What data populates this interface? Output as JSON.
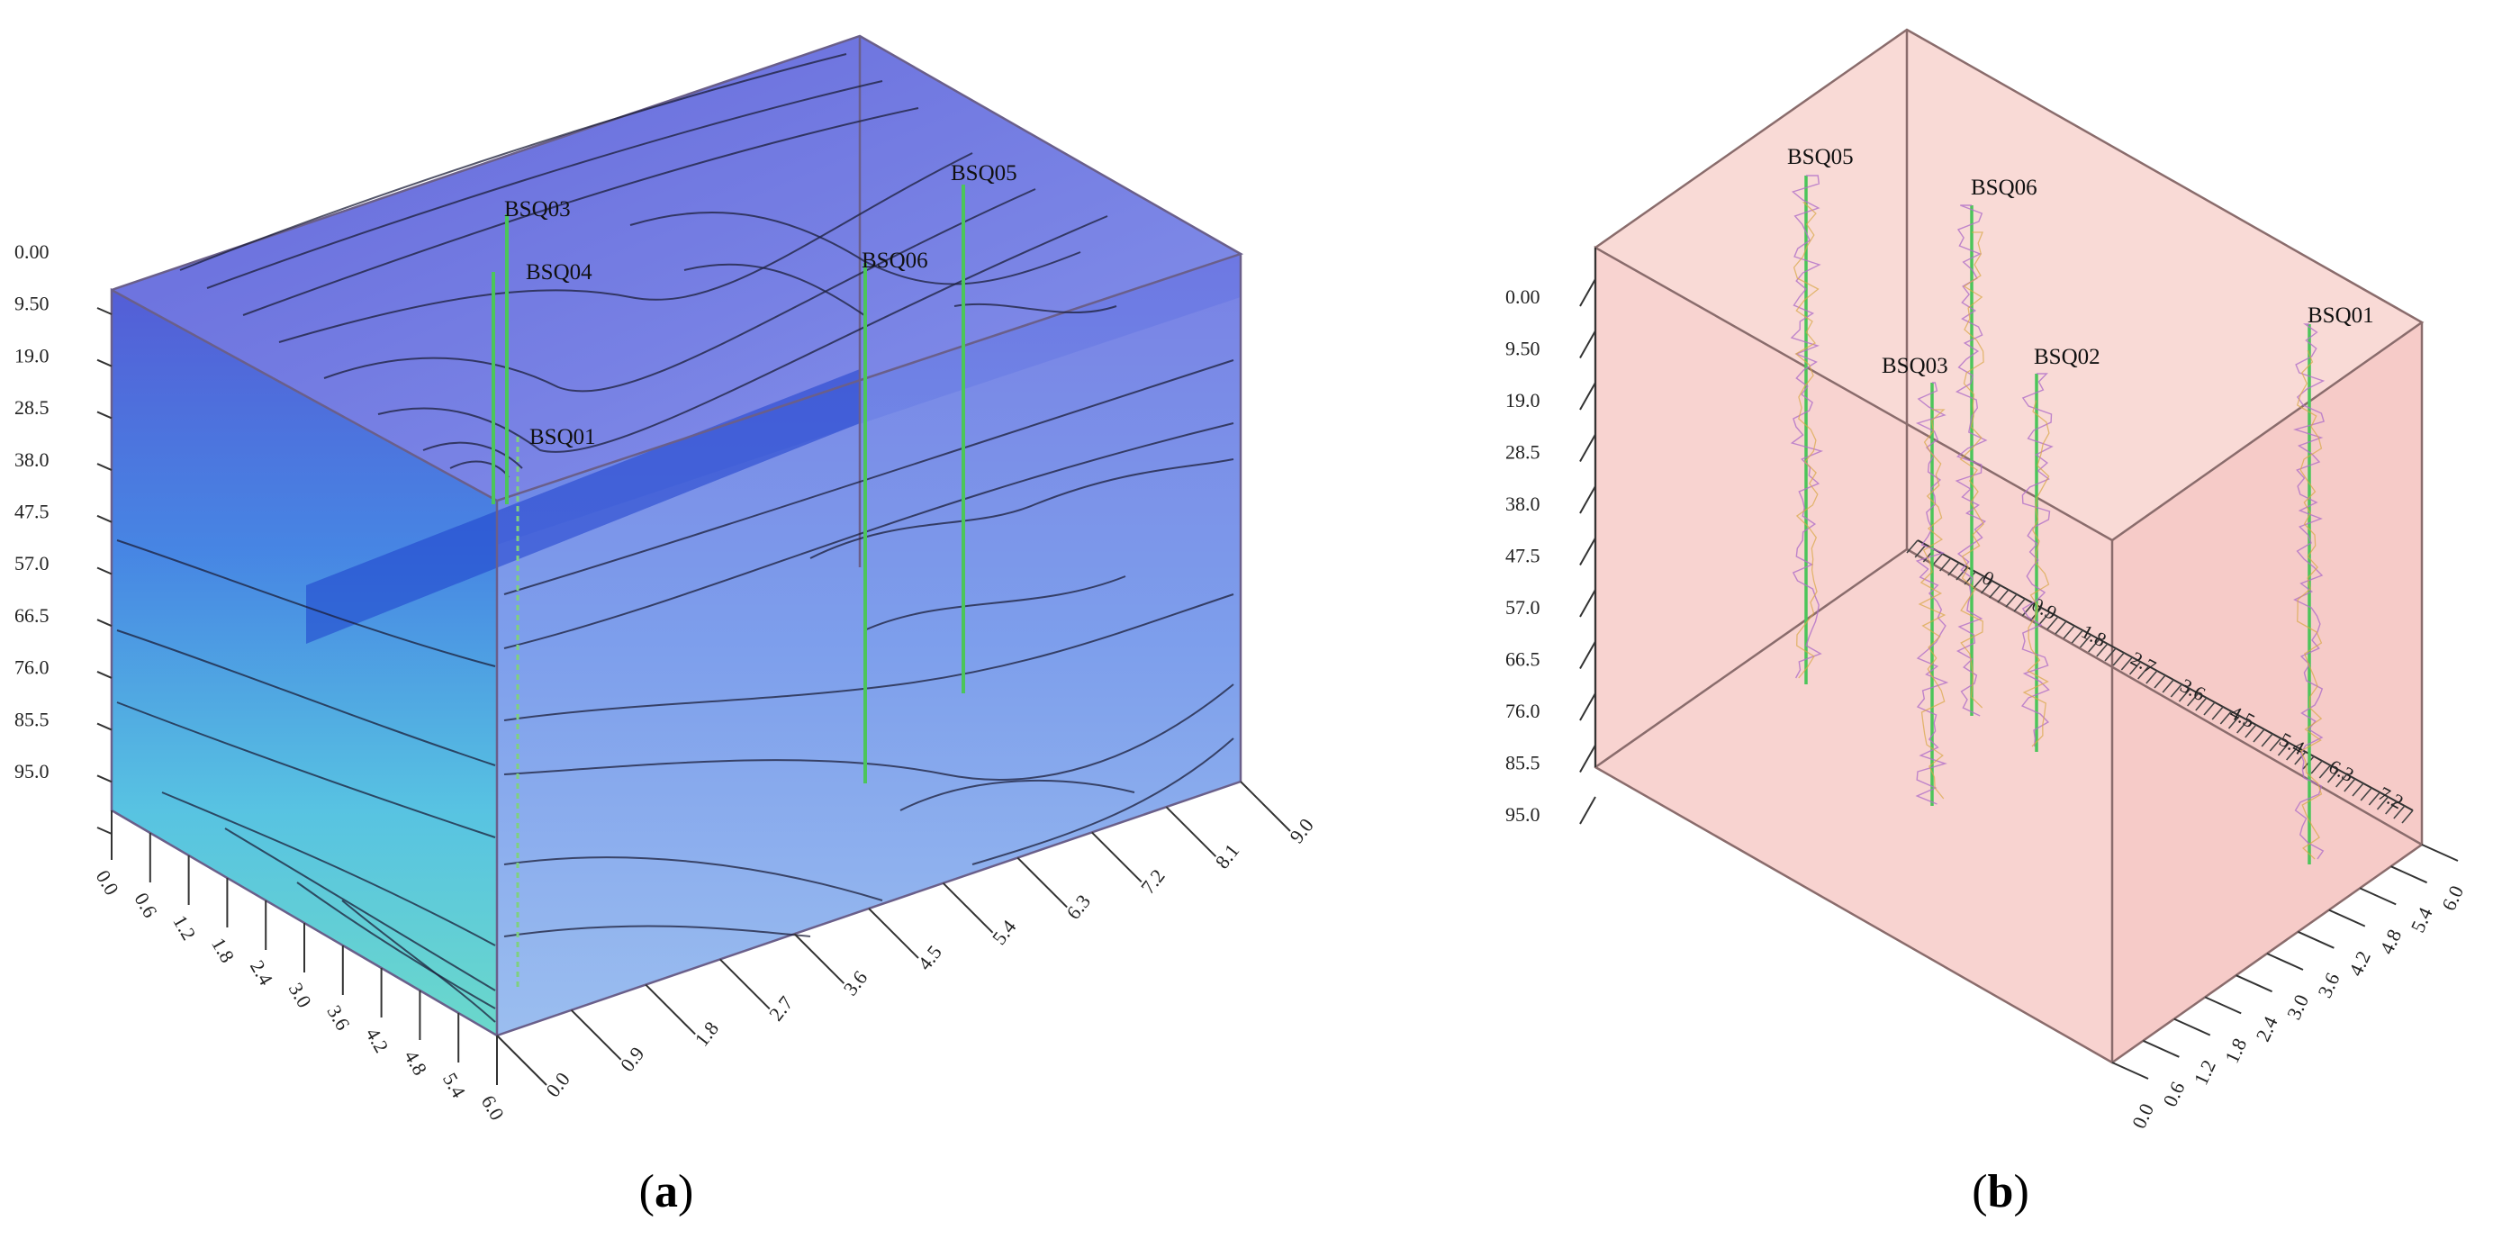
{
  "panel_a": {
    "caption": {
      "open": "(",
      "letter": "a",
      "close": ")"
    },
    "depth_labels": [
      "0.00",
      "9.50",
      "19.0",
      "28.5",
      "38.0",
      "47.5",
      "57.0",
      "66.5",
      "76.0",
      "85.5",
      "95.0"
    ],
    "front_axis_labels": [
      "0.0",
      "0.6",
      "1.2",
      "1.8",
      "2.4",
      "3.0",
      "3.6",
      "4.2",
      "4.8",
      "5.4",
      "6.0"
    ],
    "side_axis_labels": [
      "0.0",
      "0.9",
      "1.8",
      "2.7",
      "3.6",
      "4.5",
      "5.4",
      "6.3",
      "7.2",
      "8.1",
      "9.0"
    ],
    "wells": [
      "BSQ03",
      "BSQ04",
      "BSQ01",
      "BSQ06",
      "BSQ05"
    ],
    "colors": {
      "top": "#5a63d8",
      "mid": "#3f8ee6",
      "bottom": "#5ad2d6",
      "well": "#4cc55a"
    }
  },
  "panel_b": {
    "caption": {
      "open": "(",
      "letter": "b",
      "close": ")"
    },
    "depth_labels": [
      "0.00",
      "9.50",
      "19.0",
      "28.5",
      "38.0",
      "47.5",
      "57.0",
      "66.5",
      "76.0",
      "85.5",
      "95.0"
    ],
    "bottom_axis_labels": [
      "0.0",
      "0.6",
      "1.2",
      "1.8",
      "2.4",
      "3.0",
      "3.6",
      "4.2",
      "4.8",
      "5.4",
      "6.0"
    ],
    "inner_axis_labels": [
      "0",
      "0.9",
      "1.8",
      "2.7",
      "3.6",
      "4.5",
      "5.4",
      "6.3",
      "7.2"
    ],
    "wells": [
      "BSQ05",
      "BSQ06",
      "BSQ01",
      "BSQ03",
      "BSQ02"
    ],
    "colors": {
      "box": "#f8d3d0",
      "well": "#4cc55a",
      "marks": "#b05fc0"
    }
  }
}
